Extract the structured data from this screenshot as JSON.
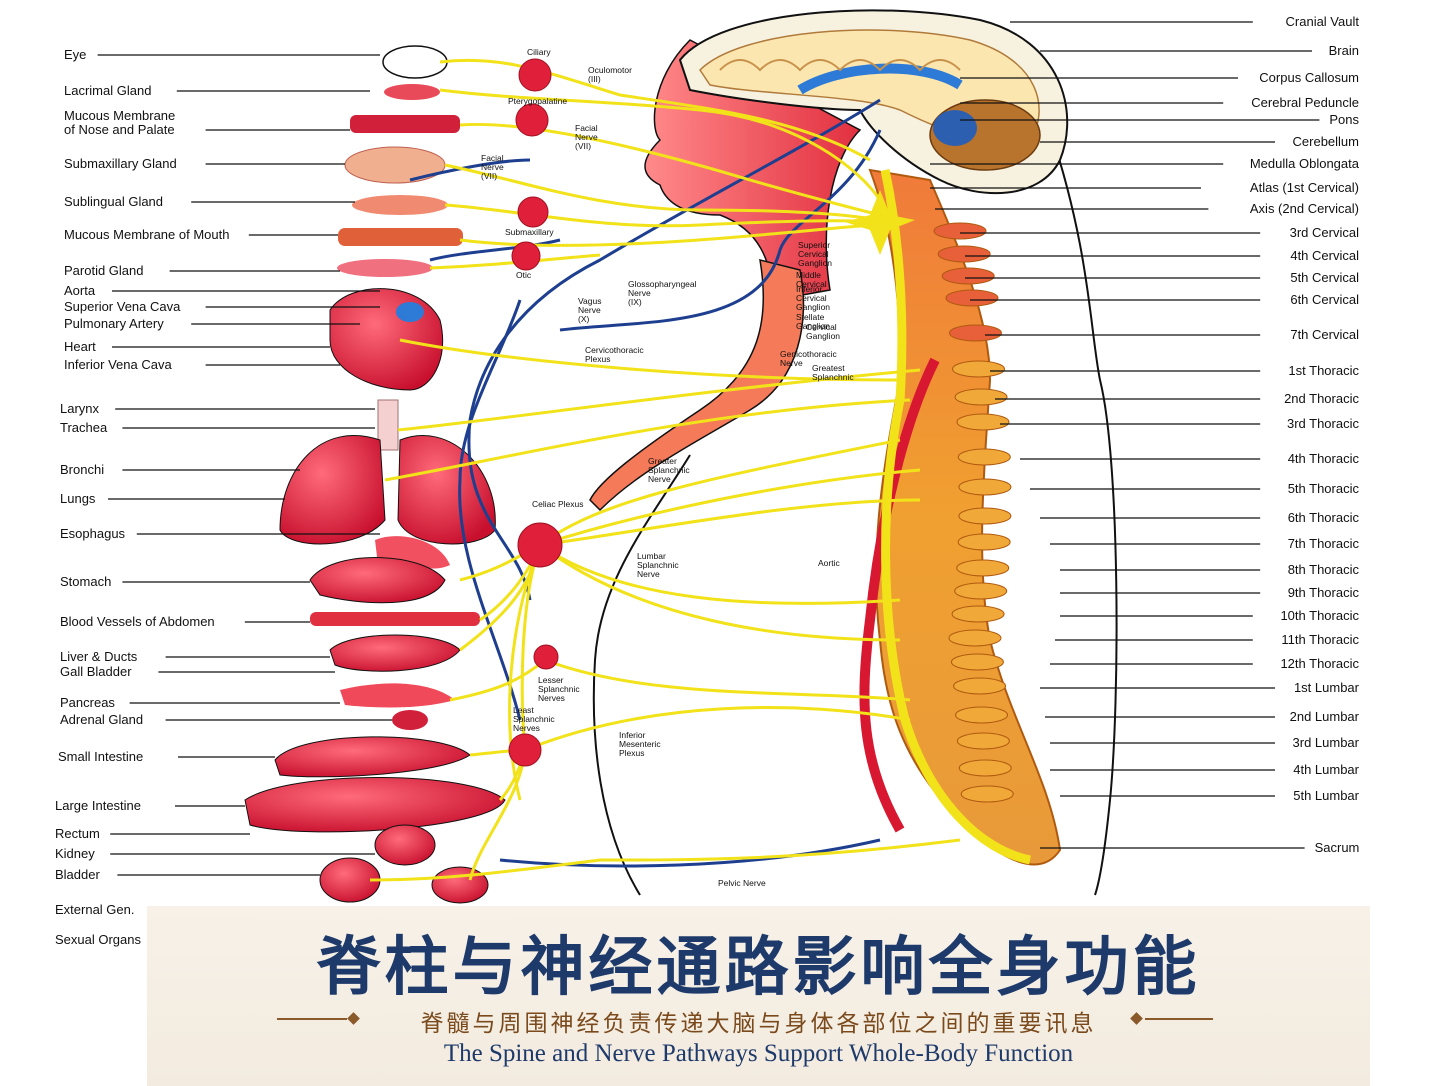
{
  "left_labels": [
    {
      "id": "eye",
      "text": "Eye"
    },
    {
      "id": "lacrimal",
      "text": "Lacrimal Gland"
    },
    {
      "id": "mucous-nose-1",
      "text": "Mucous Membrane"
    },
    {
      "id": "mucous-nose-2",
      "text": "of Nose and Palate"
    },
    {
      "id": "submaxillary",
      "text": "Submaxillary Gland"
    },
    {
      "id": "sublingual",
      "text": "Sublingual Gland"
    },
    {
      "id": "mucous-mouth",
      "text": "Mucous Membrane of Mouth"
    },
    {
      "id": "parotid",
      "text": "Parotid Gland"
    },
    {
      "id": "aorta",
      "text": "Aorta"
    },
    {
      "id": "svc",
      "text": "Superior Vena Cava"
    },
    {
      "id": "pulmonary",
      "text": "Pulmonary Artery"
    },
    {
      "id": "heart",
      "text": "Heart"
    },
    {
      "id": "ivc",
      "text": "Inferior Vena Cava"
    },
    {
      "id": "larynx",
      "text": "Larynx"
    },
    {
      "id": "trachea",
      "text": "Trachea"
    },
    {
      "id": "bronchi",
      "text": "Bronchi"
    },
    {
      "id": "lungs",
      "text": "Lungs"
    },
    {
      "id": "esophagus",
      "text": "Esophagus"
    },
    {
      "id": "stomach",
      "text": "Stomach"
    },
    {
      "id": "blood-vessels",
      "text": "Blood Vessels of Abdomen"
    },
    {
      "id": "liver",
      "text": "Liver & Ducts"
    },
    {
      "id": "gall",
      "text": "Gall Bladder"
    },
    {
      "id": "pancreas",
      "text": "Pancreas"
    },
    {
      "id": "adrenal",
      "text": "Adrenal Gland"
    },
    {
      "id": "small-int",
      "text": "Small Intestine"
    },
    {
      "id": "large-int",
      "text": "Large Intestine"
    },
    {
      "id": "rectum",
      "text": "Rectum"
    },
    {
      "id": "kidney",
      "text": "Kidney"
    },
    {
      "id": "bladder",
      "text": "Bladder"
    },
    {
      "id": "ext-gen",
      "text": "External Gen."
    },
    {
      "id": "sexual",
      "text": "Sexual Organs"
    }
  ],
  "right_labels": [
    {
      "id": "cranial-vault",
      "text": "Cranial Vault"
    },
    {
      "id": "brain",
      "text": "Brain"
    },
    {
      "id": "corpus",
      "text": "Corpus Callosum"
    },
    {
      "id": "peduncle",
      "text": "Cerebral Peduncle"
    },
    {
      "id": "pons",
      "text": "Pons"
    },
    {
      "id": "cerebellum",
      "text": "Cerebellum"
    },
    {
      "id": "medulla",
      "text": "Medulla Oblongata"
    },
    {
      "id": "atlas",
      "text": "Atlas (1st Cervical)"
    },
    {
      "id": "axis",
      "text": "Axis (2nd Cervical)"
    },
    {
      "id": "c3",
      "text": "3rd Cervical"
    },
    {
      "id": "c4",
      "text": "4th Cervical"
    },
    {
      "id": "c5",
      "text": "5th Cervical"
    },
    {
      "id": "c6",
      "text": "6th Cervical"
    },
    {
      "id": "c7",
      "text": "7th Cervical"
    },
    {
      "id": "t1",
      "text": "1st Thoracic"
    },
    {
      "id": "t2",
      "text": "2nd Thoracic"
    },
    {
      "id": "t3",
      "text": "3rd Thoracic"
    },
    {
      "id": "t4",
      "text": "4th Thoracic"
    },
    {
      "id": "t5",
      "text": "5th Thoracic"
    },
    {
      "id": "t6",
      "text": "6th Thoracic"
    },
    {
      "id": "t7",
      "text": "7th Thoracic"
    },
    {
      "id": "t8",
      "text": "8th Thoracic"
    },
    {
      "id": "t9",
      "text": "9th Thoracic"
    },
    {
      "id": "t10",
      "text": "10th Thoracic"
    },
    {
      "id": "t11",
      "text": "11th Thoracic"
    },
    {
      "id": "t12",
      "text": "12th Thoracic"
    },
    {
      "id": "l1",
      "text": "1st Lumbar"
    },
    {
      "id": "l2",
      "text": "2nd Lumbar"
    },
    {
      "id": "l3",
      "text": "3rd Lumbar"
    },
    {
      "id": "l4",
      "text": "4th Lumbar"
    },
    {
      "id": "l5",
      "text": "5th Lumbar"
    },
    {
      "id": "sacrum",
      "text": "Sacrum"
    }
  ],
  "nerve_labels": [
    {
      "id": "ciliary",
      "text": "Ciliary"
    },
    {
      "id": "oculomotor",
      "text": "Oculomotor (III)"
    },
    {
      "id": "pterygo",
      "text": "Pterygopalatine"
    },
    {
      "id": "facial-1",
      "text": "Facial Nerve (VII)"
    },
    {
      "id": "facial-2",
      "text": "Facial Nerve (VII)"
    },
    {
      "id": "submaxillary-g",
      "text": "Submaxillary"
    },
    {
      "id": "otic",
      "text": "Otic"
    },
    {
      "id": "glosso",
      "text": "Glossopharyngeal Nerve (IX)"
    },
    {
      "id": "vagus",
      "text": "Vagus Nerve (X)"
    },
    {
      "id": "sup-cerv",
      "text": "Superior Cervical Ganglion"
    },
    {
      "id": "mid-cerv",
      "text": "Middle Cervical"
    },
    {
      "id": "inf-cerv",
      "text": "Inferior Cervical Ganglion"
    },
    {
      "id": "stellate",
      "text": "Stellate Ganglion"
    },
    {
      "id": "cerv-gang",
      "text": "Cervical Ganglion"
    },
    {
      "id": "genicular",
      "text": "Genicothoracic Nerve"
    },
    {
      "id": "greatest",
      "text": "Greatest Splanchnic"
    },
    {
      "id": "cervico-plexus",
      "text": "Cervicothoracic Plexus"
    },
    {
      "id": "greater-splanch",
      "text": "Greater Splanchnic Nerve"
    },
    {
      "id": "celiac",
      "text": "Celiac Plexus"
    },
    {
      "id": "lumbar-splanch",
      "text": "Lumbar Splanchnic Nerve"
    },
    {
      "id": "aortic",
      "text": "Aortic"
    },
    {
      "id": "lesser-splanch",
      "text": "Lesser Splanchnic Nerves"
    },
    {
      "id": "least-splanch",
      "text": "Least Splanchnic Nerves"
    },
    {
      "id": "inf-mes",
      "text": "Inferior Mesenteric Plexus"
    },
    {
      "id": "pelvic",
      "text": "Pelvic Nerve"
    }
  ],
  "banner": {
    "title_cn": "脊柱与神经通路影响全身功能",
    "subtitle_cn": "脊髓与周围神经负责传递大脑与身体各部位之间的重要讯息",
    "title_en": "The Spine and Nerve Pathways Support Whole-Body Function"
  },
  "colors": {
    "nerve": "#f2e21a",
    "vessel": "#1e3f8f",
    "organ": "#e0203a",
    "spine": "#f0a030",
    "banner_title": "#1d3a6b",
    "banner_sub": "#7a4a1d"
  }
}
